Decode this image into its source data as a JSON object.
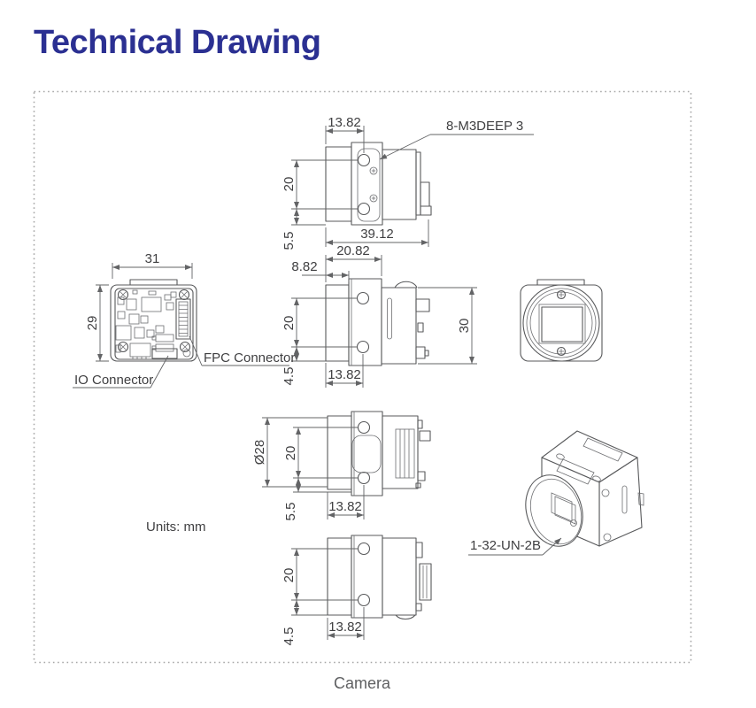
{
  "header": {
    "title": "Technical Drawing"
  },
  "drawing": {
    "units_label": "Units: mm",
    "caption": "Camera",
    "annotations": {
      "screw_thread_note": "8-M3DEEP 3",
      "fpc_connector_label": "FPC Connector",
      "io_connector_label": "IO Connector",
      "lens_mount_thread_label": "1-32-UN-2B"
    },
    "views": {
      "top": {
        "dim_front_to_hole": "13.82",
        "dim_hole_span": "20",
        "dim_overall_length": "39.12",
        "dim_hole_to_edge": "5.5"
      },
      "side": {
        "dim_flange_length": "20.82",
        "dim_front_plate": "8.82",
        "dim_hole_span": "20",
        "dim_body_height": "30",
        "dim_front_to_hole": "13.82",
        "dim_hole_to_edge": "4.5"
      },
      "rear": {
        "dim_width": "31",
        "dim_height": "29"
      },
      "side_opposite": {
        "dim_lens_diameter": "Ø28",
        "dim_hole_span": "20",
        "dim_front_to_hole": "13.82",
        "dim_hole_to_edge": "5.5"
      },
      "bottom": {
        "dim_hole_span": "20",
        "dim_front_to_hole": "13.82",
        "dim_hole_to_edge": "4.5"
      }
    }
  },
  "colors": {
    "title": "#2b3092",
    "line": "#58595b",
    "dim_text": "#3f3f41",
    "caption": "#5f6062",
    "border_dots": "#a6a6a6"
  }
}
